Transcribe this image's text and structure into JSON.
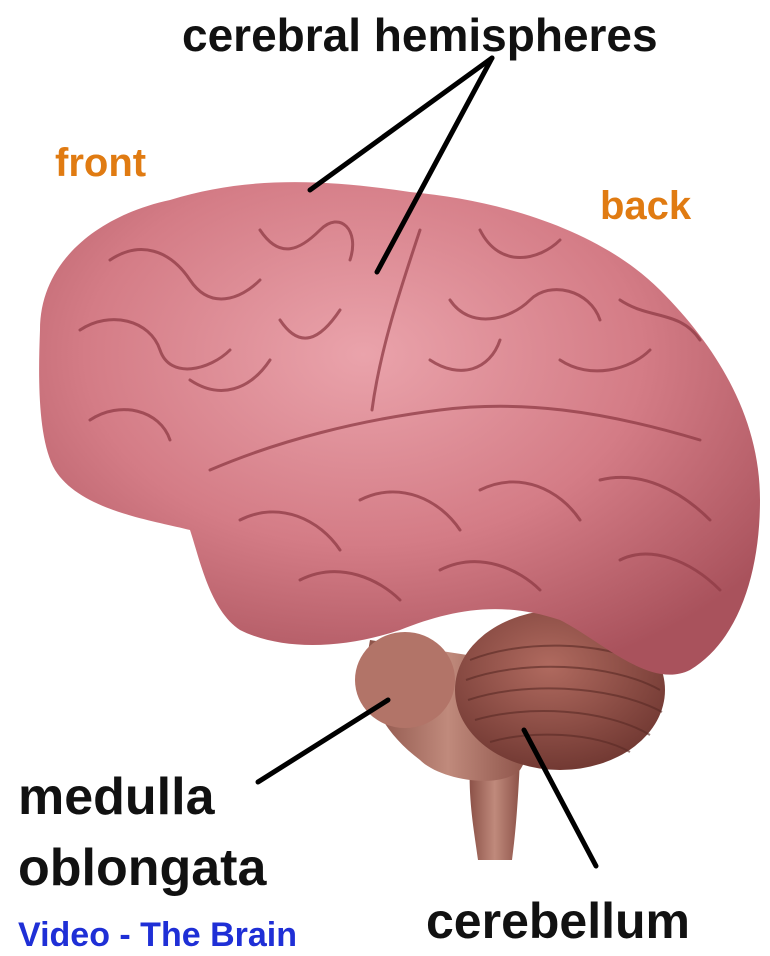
{
  "labels": {
    "cerebral_hemispheres": "cerebral hemispheres",
    "front": "front",
    "back": "back",
    "medulla_line1": "medulla",
    "medulla_line2": "oblongata",
    "cerebellum": "cerebellum"
  },
  "link": {
    "video": "Video - The Brain"
  },
  "colors": {
    "label": "#111111",
    "direction": "#e07b12",
    "link": "#1f2fd6",
    "cerebrum": "#d47c86",
    "cerebrum_dark": "#a9525c",
    "cerebellum": "#8e4a42",
    "brainstem": "#b5776c",
    "leader_line": "#000000"
  }
}
